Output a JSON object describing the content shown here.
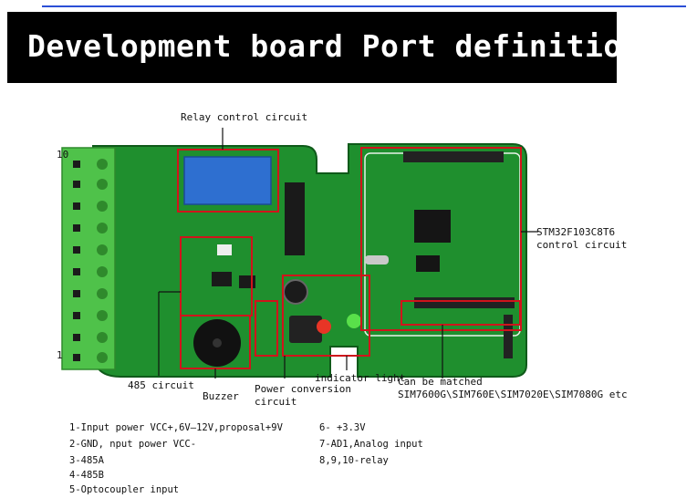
{
  "banner": {
    "title": "Development board Port definition"
  },
  "colors": {
    "board": "#1f8f2e",
    "terminal": "#4fc24a",
    "annotation": "#d0141b",
    "banner_bg": "#000000"
  },
  "photo": {
    "terminal_top_number": "10",
    "terminal_bottom_number": "1"
  },
  "annotations": {
    "relay": "Relay control circuit",
    "stm32_line1": "STM32F103C8T6",
    "stm32_line2": "control circuit",
    "rs485": "485 circuit",
    "buzzer": "Buzzer",
    "power_line1": "Power conversion",
    "power_line2": "circuit",
    "indicator": "indicator light",
    "match_line1": "Can be matched",
    "match_line2": "SIM7600G\\SIM760E\\SIM7020E\\SIM7080G etc"
  },
  "pin_legend": {
    "left": [
      "1-Input power VCC+,6V—12V,proposal+9V",
      "2-GND, nput power VCC-",
      "3-485A",
      "4-485B",
      "5-Optocoupler input"
    ],
    "right": [
      "6- +3.3V",
      "7-AD1,Analog input",
      "8,9,10-relay"
    ]
  }
}
